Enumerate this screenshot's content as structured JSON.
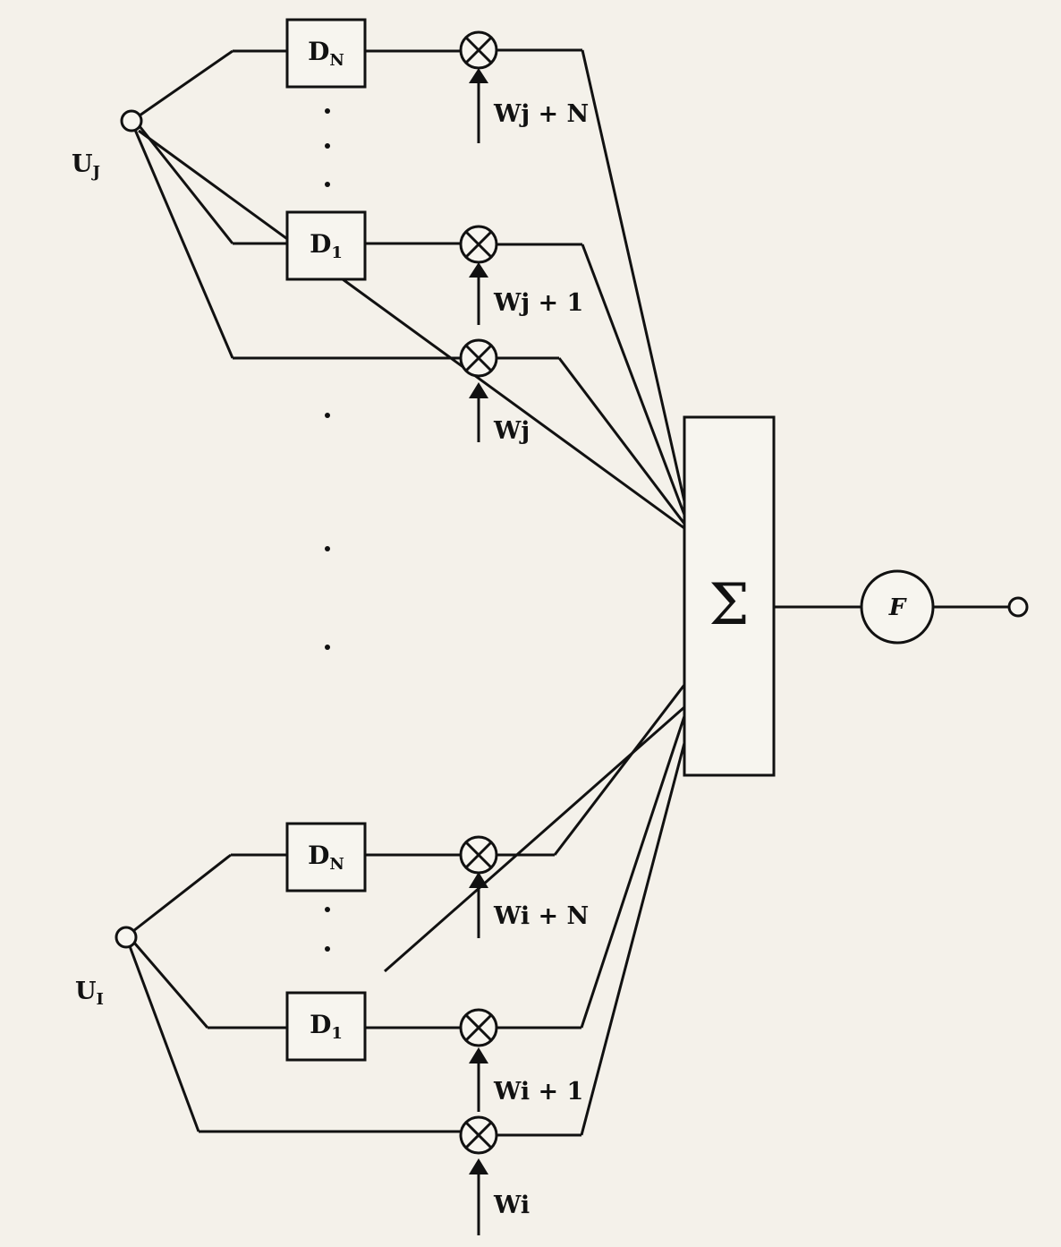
{
  "inputs": {
    "upper": "U",
    "upper_sub": "J",
    "lower": "U",
    "lower_sub": "I"
  },
  "delays": {
    "upper_top": "D",
    "upper_top_sub": "N",
    "upper_second": "D",
    "upper_second_sub": "1",
    "lower_top": "D",
    "lower_top_sub": "N",
    "lower_second": "D",
    "lower_second_sub": "1"
  },
  "weights": {
    "wj_n": "Wj + N",
    "wj_1": "Wj + 1",
    "wj": "Wj",
    "wi_n": "Wi + N",
    "wi_1": "Wi + 1",
    "wi": "Wi"
  },
  "summation": "Σ",
  "activation": "F"
}
